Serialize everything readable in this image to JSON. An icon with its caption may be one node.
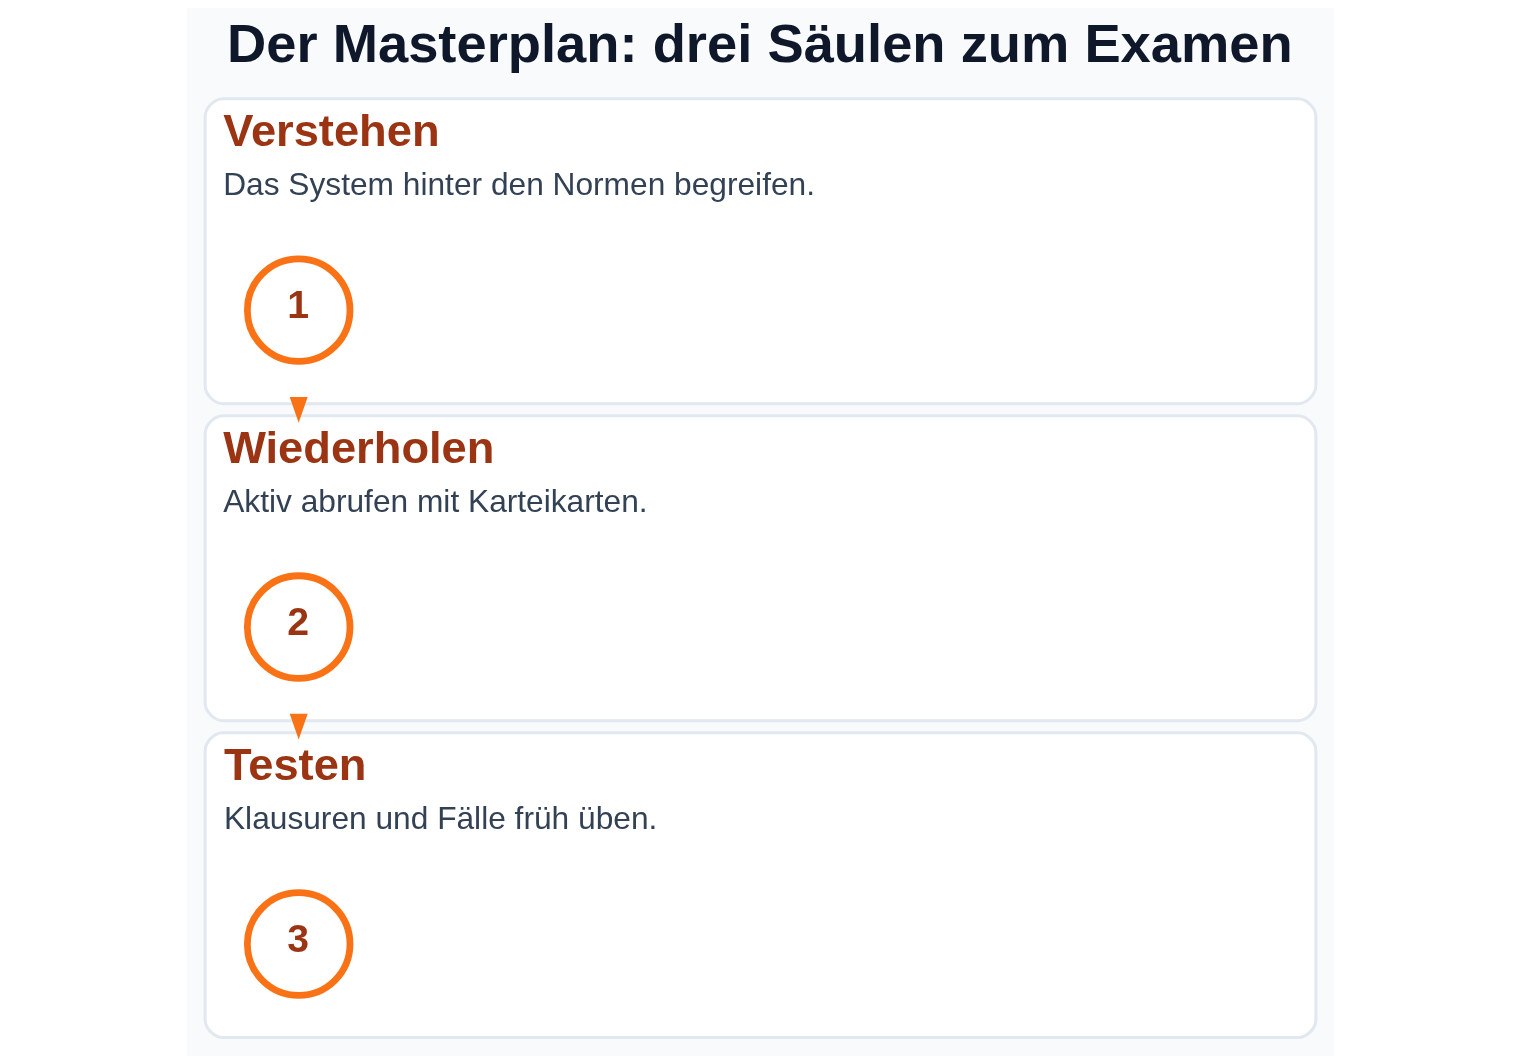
{
  "diagram": {
    "title": "Der Masterplan: drei Säulen zum Examen",
    "nodes": [
      {
        "text": [
          "Verstehen",
          "Das System hinter den Normen begreifen."
        ]
      },
      {
        "text": [
          "1"
        ],
        "in": 0
      },
      {
        "text": [
          "Wiederholen",
          "Aktiv abrufen mit Karteikarten."
        ]
      },
      {
        "text": [
          "2"
        ],
        "in": 2
      },
      {
        "text": [
          "Testen",
          "Klausuren und Fälle früh üben."
        ]
      },
      {
        "text": [
          "3"
        ],
        "in": 4
      }
    ],
    "edges": [
      {
        "from": 0,
        "to": 2,
        "arrow": "to"
      },
      {
        "from": 2,
        "to": 4,
        "arrow": "to"
      }
    ]
  }
}
